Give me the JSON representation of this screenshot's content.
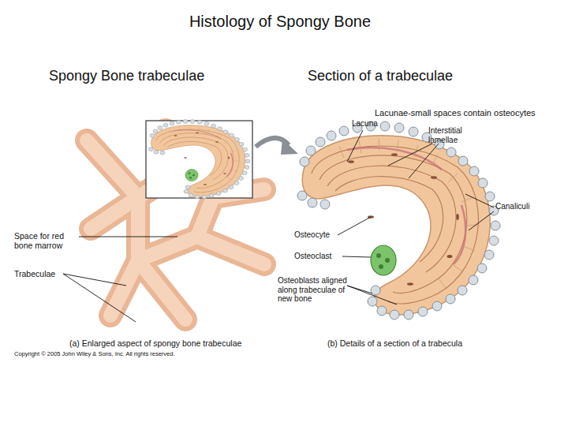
{
  "diagram": {
    "title": "Histology of Spongy Bone",
    "labels": [
      "Spongy Bone trabeculae",
      "Section of a trabeculae",
      "Lacunae-small spaces contain osteocytes",
      "Lacuna",
      "Interstitial lamellae",
      "Canaliculi",
      "Space for red bone marrow",
      "Trabeculae",
      "Osteocyte",
      "Osteoclast",
      "Osteoblasts aligned along trabeculae of new bone",
      "(a) Enlarged aspect of spongy bone trabeculae",
      "(b) Details of a section of a trabecula",
      "Copyright © 2005 John Wiley & Sons, Inc. All rights reserved."
    ]
  }
}
